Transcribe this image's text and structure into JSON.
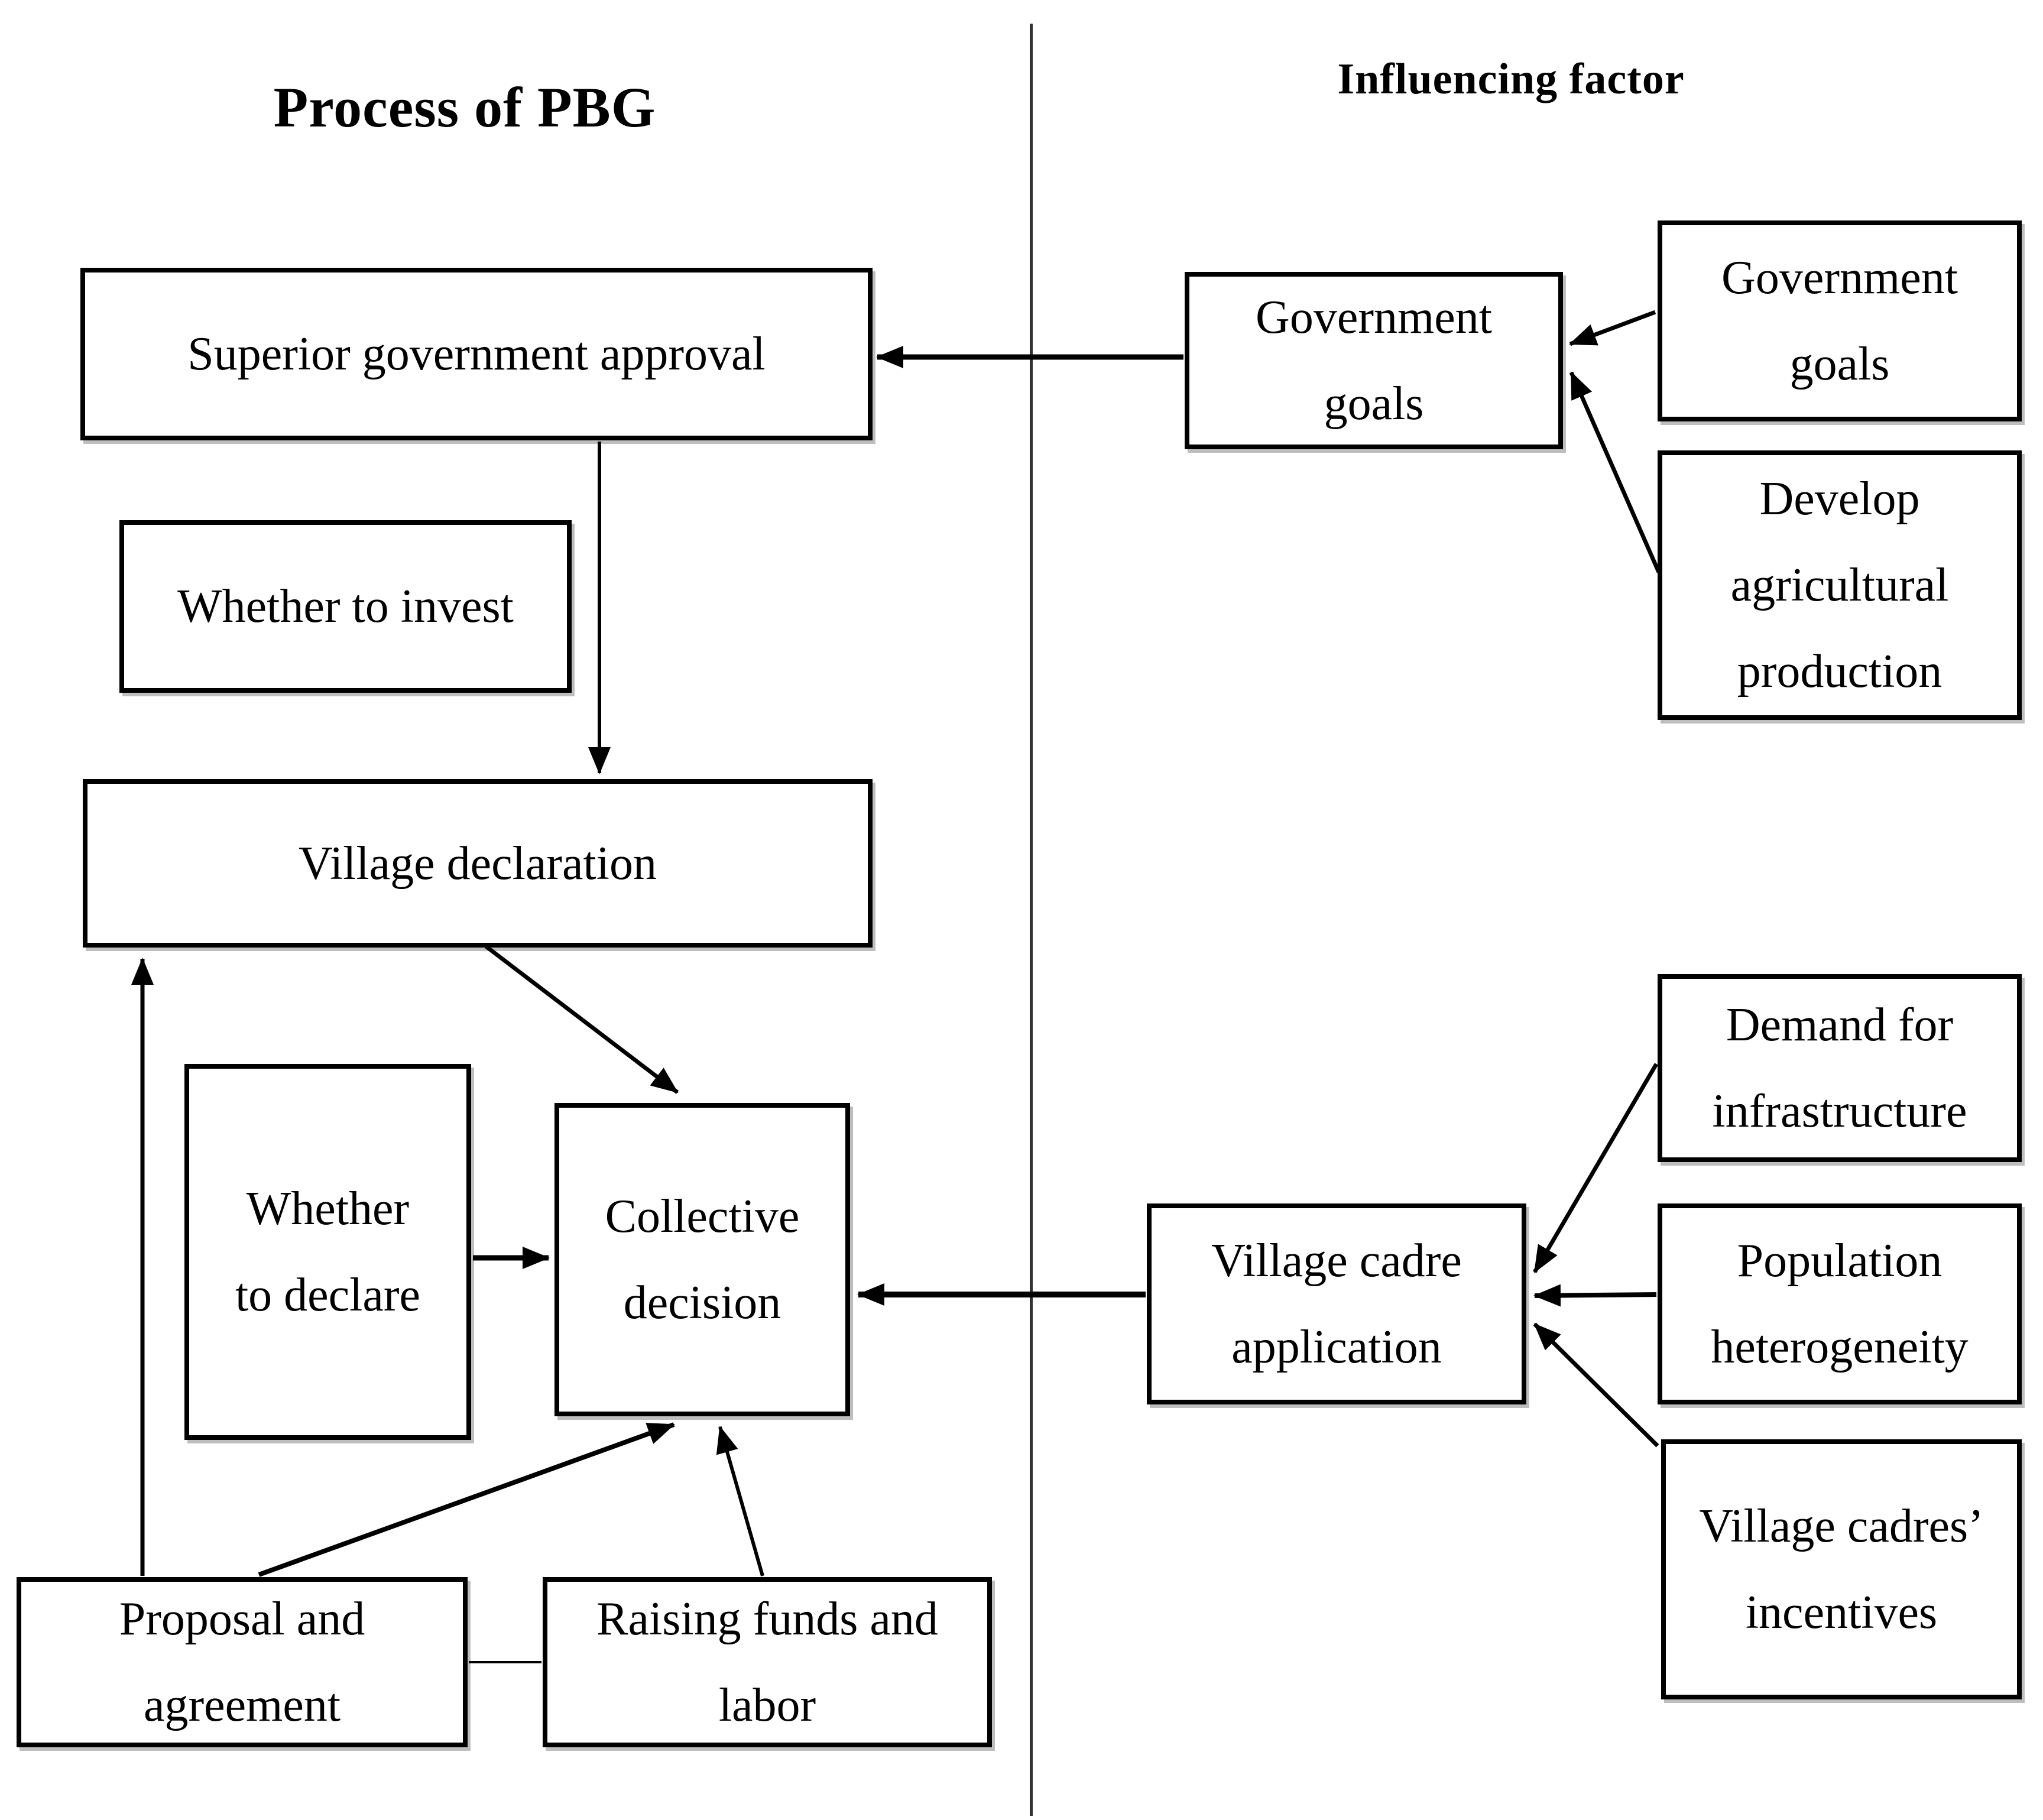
{
  "titles": {
    "left": "Process of PBG",
    "right": "Influencing factor"
  },
  "nodes": {
    "superior_government_approval": {
      "label": "Superior government approval",
      "lines": [
        "Superior government approval"
      ]
    },
    "whether_to_invest": {
      "label": "Whether to invest",
      "lines": [
        "Whether to invest"
      ]
    },
    "village_declaration": {
      "label": "Village declaration",
      "lines": [
        "Village declaration"
      ]
    },
    "whether_to_declare": {
      "label": "Whether to declare",
      "lines": [
        "Whether",
        "to declare"
      ]
    },
    "collective_decision": {
      "label": "Collective decision",
      "lines": [
        "Collective",
        "decision"
      ]
    },
    "proposal_and_agreement": {
      "label": "Proposal and agreement",
      "lines": [
        "Proposal and",
        "agreement"
      ]
    },
    "raising_funds_and_labor": {
      "label": "Raising funds and labor",
      "lines": [
        "Raising funds and",
        "labor"
      ]
    },
    "government_goals_factor": {
      "label": "Government goals",
      "lines": [
        "Government",
        "goals"
      ]
    },
    "government_goals_source": {
      "label": "Government goals",
      "lines": [
        "Government",
        "goals"
      ]
    },
    "develop_agricultural_production": {
      "label": "Develop agricultural production",
      "lines": [
        "Develop",
        "agricultural",
        "production"
      ]
    },
    "demand_for_infrastructure": {
      "label": "Demand for infrastructure",
      "lines": [
        "Demand for",
        "infrastructure"
      ]
    },
    "village_cadre_application": {
      "label": "Village cadre application",
      "lines": [
        "Village cadre",
        "application"
      ]
    },
    "population_heterogeneity": {
      "label": "Population heterogeneity",
      "lines": [
        "Population",
        "heterogeneity"
      ]
    },
    "village_cadres_incentives": {
      "label": "Village cadres’ incentives",
      "lines": [
        "Village cadres’",
        "incentives"
      ]
    }
  },
  "edges": [
    {
      "from": "government_goals_factor",
      "to": "superior_government_approval",
      "style": "arrow"
    },
    {
      "from": "government_goals_source",
      "to": "government_goals_factor",
      "style": "arrow"
    },
    {
      "from": "develop_agricultural_production",
      "to": "government_goals_factor",
      "style": "arrow"
    },
    {
      "from": "superior_government_approval",
      "to": "village_declaration",
      "style": "arrow"
    },
    {
      "from": "village_declaration",
      "to": "collective_decision",
      "style": "arrow"
    },
    {
      "from": "whether_to_declare",
      "to": "collective_decision",
      "style": "arrow"
    },
    {
      "from": "proposal_and_agreement",
      "to": "village_declaration",
      "style": "arrow"
    },
    {
      "from": "proposal_and_agreement",
      "to": "collective_decision",
      "style": "arrow"
    },
    {
      "from": "raising_funds_and_labor",
      "to": "collective_decision",
      "style": "arrow"
    },
    {
      "from": "village_cadre_application",
      "to": "collective_decision",
      "style": "arrow"
    },
    {
      "from": "demand_for_infrastructure",
      "to": "village_cadre_application",
      "style": "arrow"
    },
    {
      "from": "population_heterogeneity",
      "to": "village_cadre_application",
      "style": "arrow"
    },
    {
      "from": "village_cadres_incentives",
      "to": "village_cadre_application",
      "style": "arrow"
    },
    {
      "from": "proposal_and_agreement",
      "to": "raising_funds_and_labor",
      "style": "plain-line"
    }
  ],
  "colors": {
    "ink": "#000000",
    "paper": "#ffffff",
    "connector_gray": "#7a7a7a"
  }
}
